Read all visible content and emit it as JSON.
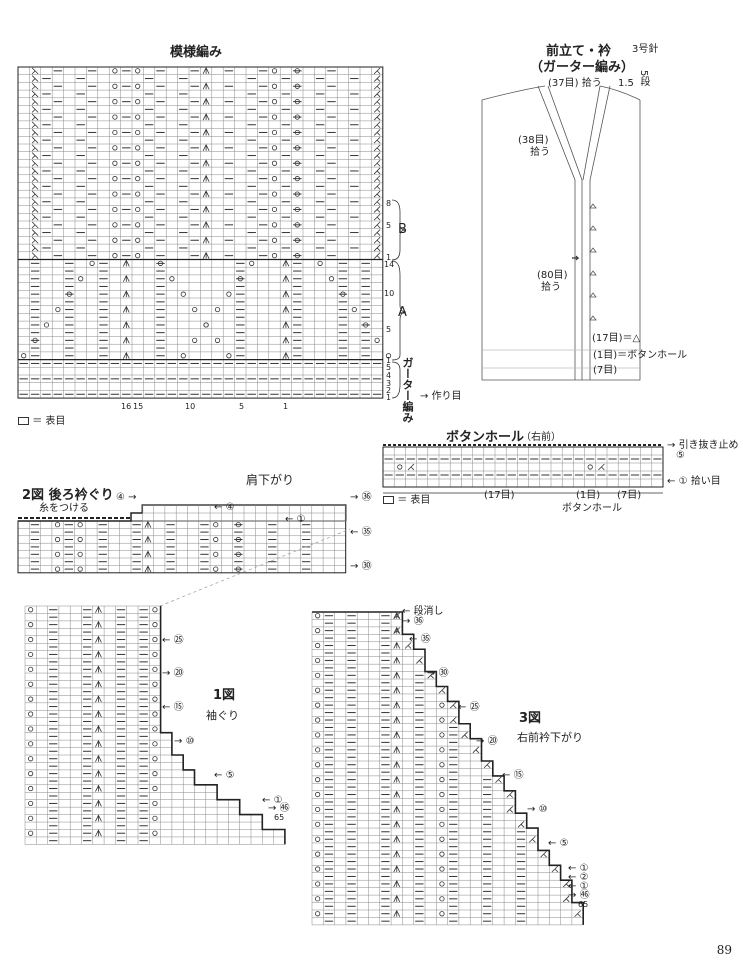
{
  "pattern": {
    "title": "模様編み",
    "section_b": "B",
    "section_a": "A",
    "garter_label": "ガーター編み",
    "cast_on": "作り目",
    "row_numbers": [
      "8",
      "5",
      "1",
      "14",
      "10",
      "5",
      "1",
      "5",
      "4",
      "3",
      "2",
      "1"
    ],
    "col_numbers": [
      "16",
      "15",
      "10",
      "5",
      "1"
    ],
    "legend": "＝ 表目"
  },
  "front_band": {
    "title": "前立て・衿",
    "subtitle": "（ガーター編み）",
    "needle": "3号針",
    "top_count": "(37目) 拾う",
    "height": "1.5",
    "rows": "5段",
    "upper_count": "(38目)",
    "upper_pick": "拾う",
    "lower_count": "(80目)",
    "lower_pick": "拾う",
    "n17": "(17目)＝△",
    "n1": "(1目)＝ボタンホール",
    "n7": "(7目)"
  },
  "buttonhole": {
    "title": "ボタンホール",
    "side": "（右前）",
    "bind_off": "引き抜き止め",
    "pick_up": "拾い目",
    "row5": "⑤",
    "row1": "①",
    "c17": "(17目)",
    "c1": "(1目)",
    "c7": "(7目)",
    "hole": "ボタンホール",
    "legend": "＝ 表目"
  },
  "shoulder": {
    "title": "肩下がり",
    "fig2": "2図 後ろ衿ぐり",
    "yarn": "糸をつける",
    "r4a": "④",
    "r4b": "④",
    "r1": "①",
    "r36": "㊱",
    "r35": "㉟",
    "r30": "㉚"
  },
  "fig1": {
    "title": "1図",
    "subtitle": "袖ぐり",
    "r25": "㉕",
    "r20": "⑳",
    "r15": "⑮",
    "r10": "⑩",
    "r5": "⑤",
    "r1": "①",
    "r66": "㊻",
    "r65": "65"
  },
  "fig3": {
    "title": "3図",
    "subtitle": "右前衿下がり",
    "dansho": "段消し",
    "r36": "㊱",
    "r35": "㉟",
    "r30": "㉚",
    "r25": "㉕",
    "r20": "⑳",
    "r15": "⑮",
    "r10": "⑩",
    "r5": "⑤",
    "r1": "①",
    "r2": "②",
    "r1b": "①",
    "r66": "㊻",
    "r65": "65"
  },
  "page_number": "89"
}
